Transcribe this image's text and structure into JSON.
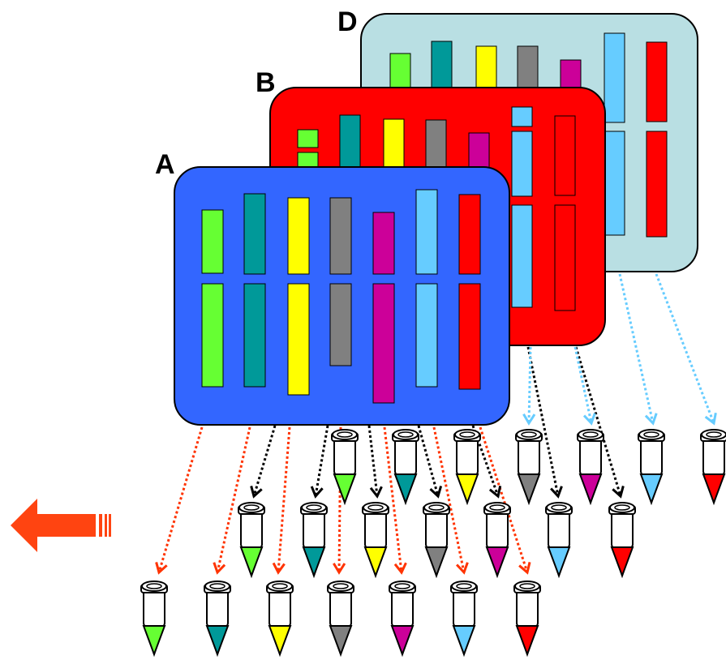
{
  "labels": {
    "a": "A",
    "b": "B",
    "d": "D"
  },
  "colors": {
    "panel_a": "#3366ff",
    "panel_b": "#ff0000",
    "panel_d": "#b9dfe3",
    "lanes": [
      "#66ff33",
      "#009999",
      "#ffff00",
      "#808080",
      "#cc0099",
      "#66ccff",
      "#ff0000"
    ],
    "arrow_a": "#ff3300",
    "arrow_b": "#000000",
    "arrow_d": "#66ccff",
    "big_arrow": "#ff4411"
  },
  "icons": {
    "direction": "left-arrow-icon",
    "tube": "microcentrifuge-tube-icon"
  }
}
